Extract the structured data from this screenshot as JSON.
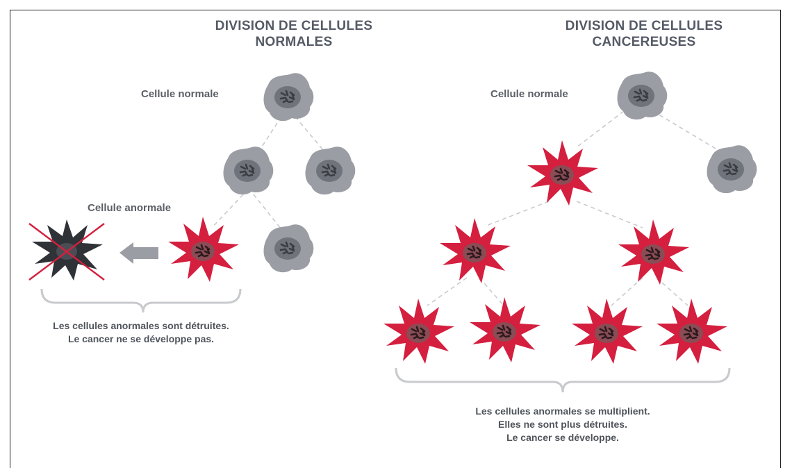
{
  "left_panel": {
    "title_line1": "DIVISION DE CELLULES",
    "title_line2": "NORMALES",
    "top_cell_label": "Cellule normale",
    "abnormal_cell_label": "Cellule anormale",
    "caption_line1": "Les cellules anormales sont détruites.",
    "caption_line2": "Le cancer ne se développe pas."
  },
  "right_panel": {
    "title_line1": "DIVISION DE CELLULES",
    "title_line2": "CANCEREUSES",
    "top_cell_label": "Cellule normale",
    "caption_line1": "Les cellules anormales se multiplient.",
    "caption_line2": "Elles ne sont plus détruites.",
    "caption_line3": "Le cancer se développe."
  },
  "colors": {
    "normal_cell": "#9a9da3",
    "normal_nucleus": "#6f737b",
    "cancer_cell": "#d41f3f",
    "cancer_nucleus": "#8a4c55",
    "destroyed_cell": "#2f3337",
    "cross": "#d41f3f",
    "connector": "#c8cacd",
    "text": "#555b66"
  }
}
